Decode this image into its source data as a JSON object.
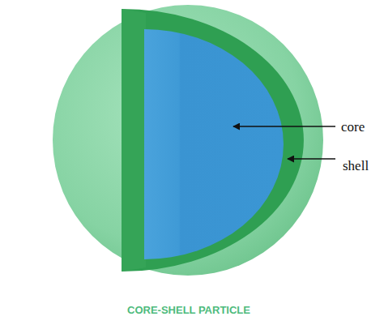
{
  "diagram": {
    "caption": "CORE-SHELL PARTICLE",
    "labels": [
      "core",
      "shell"
    ]
  }
}
